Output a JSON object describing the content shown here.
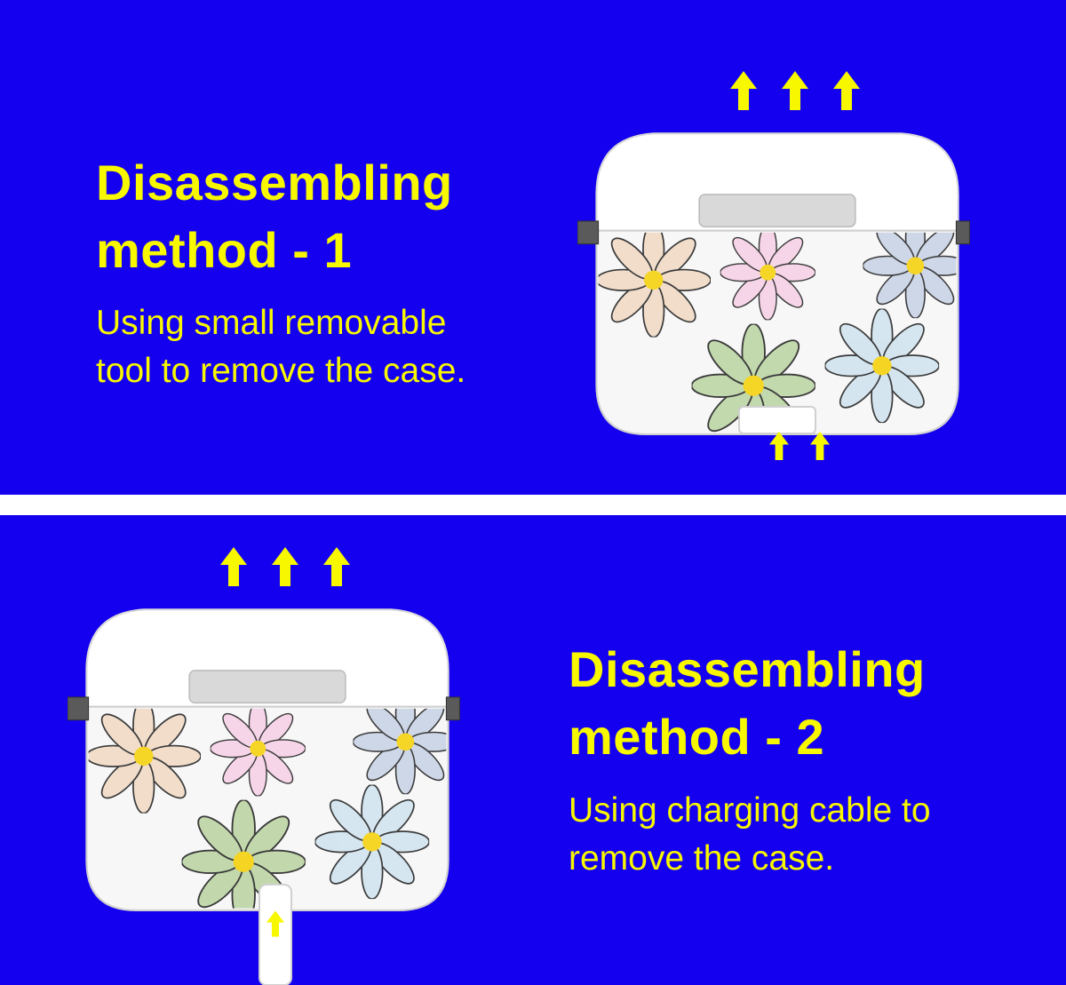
{
  "colors": {
    "background": "#1400ee",
    "text": "#f7f700",
    "divider": "#ffffff",
    "arrow": "#f7f700"
  },
  "method_1": {
    "heading_line1": "Disassembling",
    "heading_line2": "method - 1",
    "desc_line1": "Using small removable",
    "desc_line2": "tool to remove the case.",
    "icons": [
      "up-arrow-icon",
      "earbuds-case-illustration",
      "daisy-pattern",
      "removal-tool"
    ]
  },
  "method_2": {
    "heading_line1": "Disassembling",
    "heading_line2": "method - 2",
    "desc_line1": "Using charging cable to",
    "desc_line2": "remove the case.",
    "icons": [
      "up-arrow-icon",
      "earbuds-case-illustration",
      "daisy-pattern",
      "charging-cable"
    ]
  }
}
